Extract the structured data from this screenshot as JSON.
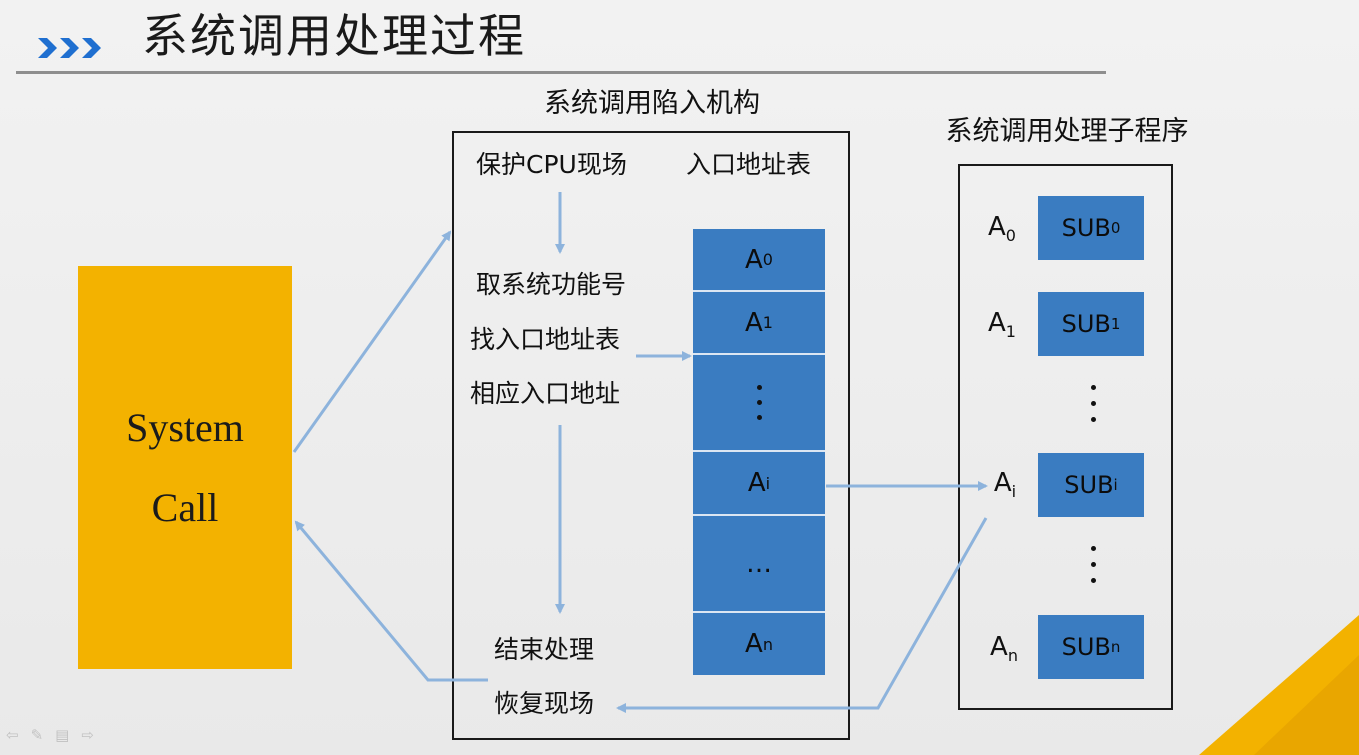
{
  "header": {
    "title": "系统调用处理过程",
    "chevron_icon": "chevron-triple-right-icon",
    "chevron_color": "#1f6fd0"
  },
  "system_call": {
    "line1": "System",
    "line2": "Call",
    "color": "#f3b200"
  },
  "trap_mechanism": {
    "title": "系统调用陷入机构",
    "steps": [
      "保护CPU现场",
      "取系统功能号",
      "找入口地址表",
      "相应入口地址",
      "结束处理",
      "恢复现场"
    ],
    "table_header": "入口地址表",
    "table_cells": [
      {
        "base": "A",
        "sub": "0"
      },
      {
        "base": "A",
        "sub": "1"
      },
      {
        "base": "⋮",
        "sub": ""
      },
      {
        "base": "A",
        "sub": "i"
      },
      {
        "base": "…",
        "sub": ""
      },
      {
        "base": "A",
        "sub": "n"
      }
    ],
    "cell_color": "#3a7cc1"
  },
  "handlers": {
    "title": "系统调用处理子程序",
    "rows": [
      {
        "label": "A",
        "label_sub": "0",
        "box": "SUB",
        "box_sub": "0"
      },
      {
        "label": "A",
        "label_sub": "1",
        "box": "SUB",
        "box_sub": "1"
      },
      {
        "label": "A",
        "label_sub": "i",
        "box": "SUB",
        "box_sub": "i"
      },
      {
        "label": "A",
        "label_sub": "n",
        "box": "SUB",
        "box_sub": "n"
      }
    ]
  },
  "colors": {
    "arrow": "#8db3dc",
    "accent_corner": "#f3b200"
  }
}
